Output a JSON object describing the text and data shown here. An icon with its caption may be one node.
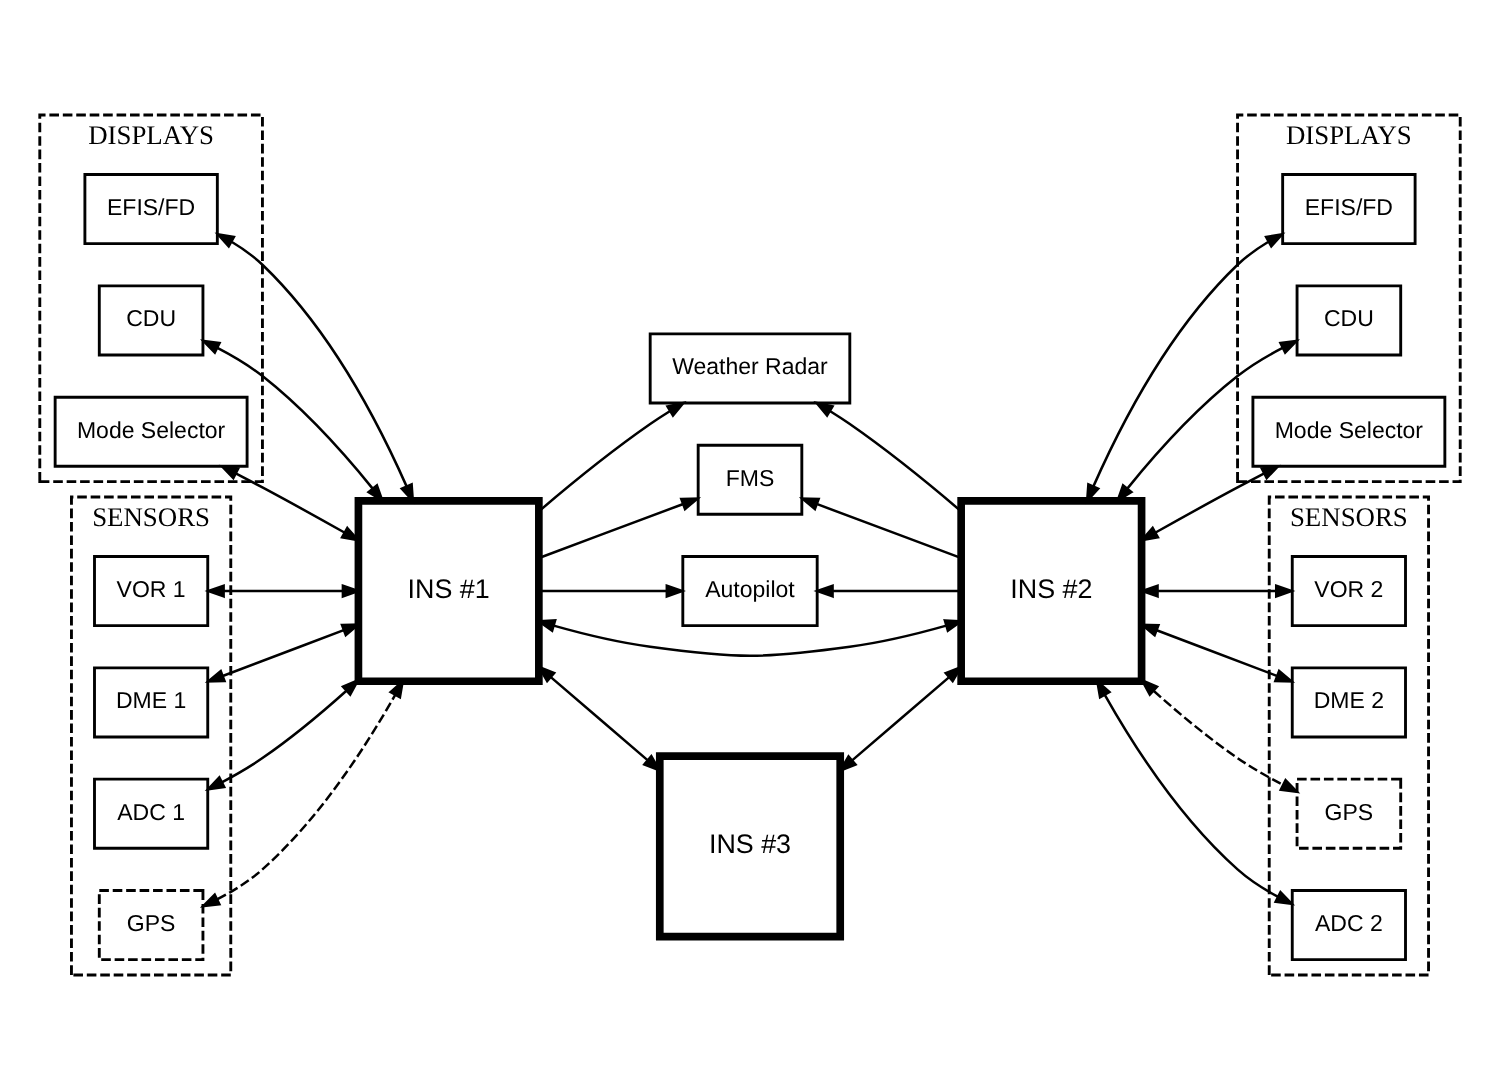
{
  "diagram": {
    "nodes": [
      {
        "text": [
          "DISPLAYS"
        ]
      },
      {
        "text": [
          "EFIS/FD"
        ],
        "in": 0
      },
      {
        "text": [
          "CDU"
        ],
        "in": 0
      },
      {
        "text": [
          "Mode Selector"
        ],
        "in": 0
      },
      {
        "text": [
          "Weather Radar"
        ]
      },
      {
        "text": [
          "FMS"
        ]
      },
      {
        "text": [
          "Autopilot"
        ]
      },
      {
        "text": [
          "DISPLAYS"
        ]
      },
      {
        "text": [
          "EFIS/FD"
        ],
        "in": 7
      },
      {
        "text": [
          "CDU"
        ],
        "in": 7
      },
      {
        "text": [
          "Mode Selector"
        ],
        "in": 7
      },
      {
        "text": [
          "INS #1"
        ]
      },
      {
        "text": [
          "INS #2"
        ]
      },
      {
        "text": [
          "SENSORS"
        ]
      },
      {
        "text": [
          "VOR 1"
        ],
        "in": 13
      },
      {
        "text": [
          "DME 1"
        ],
        "in": 13
      },
      {
        "text": [
          "ADC 1"
        ],
        "in": 13
      },
      {
        "text": [
          "GPS"
        ],
        "in": 13
      },
      {
        "text": [
          "INS #3"
        ]
      },
      {
        "text": [
          "SENSORS"
        ]
      },
      {
        "text": [
          "VOR 2"
        ],
        "in": 19
      },
      {
        "text": [
          "DME 2"
        ],
        "in": 19
      },
      {
        "text": [
          "GPS"
        ],
        "in": 19
      },
      {
        "text": [
          "ADC 2"
        ],
        "in": 19
      }
    ],
    "edges": [
      {
        "from": 11,
        "to": 1,
        "arrow": "both"
      },
      {
        "from": 11,
        "to": 2,
        "arrow": "both"
      },
      {
        "from": 11,
        "to": 3,
        "arrow": "both"
      },
      {
        "from": 11,
        "to": 14,
        "arrow": "both"
      },
      {
        "from": 11,
        "to": 15,
        "arrow": "both"
      },
      {
        "from": 11,
        "to": 16,
        "arrow": "both"
      },
      {
        "from": 11,
        "to": 4,
        "arrow": "to"
      },
      {
        "from": 11,
        "to": 5,
        "arrow": "to"
      },
      {
        "from": 11,
        "to": 6,
        "arrow": "to"
      },
      {
        "from": 12,
        "to": 4,
        "arrow": "to"
      },
      {
        "from": 12,
        "to": 5,
        "arrow": "to"
      },
      {
        "from": 12,
        "to": 6,
        "arrow": "to"
      },
      {
        "from": 11,
        "to": 12,
        "arrow": "both"
      },
      {
        "from": 11,
        "to": 18,
        "arrow": "both"
      },
      {
        "from": 12,
        "to": 18,
        "arrow": "both"
      },
      {
        "from": 11,
        "to": 17,
        "arrow": "both",
        "style": "dashed"
      },
      {
        "from": 12,
        "to": 22,
        "arrow": "both",
        "style": "dashed"
      },
      {
        "from": 12,
        "to": 8,
        "arrow": "both"
      },
      {
        "from": 12,
        "to": 9,
        "arrow": "both"
      },
      {
        "from": 12,
        "to": 10,
        "arrow": "both"
      },
      {
        "from": 12,
        "to": 20,
        "arrow": "both"
      },
      {
        "from": 12,
        "to": 21,
        "arrow": "both"
      },
      {
        "from": 12,
        "to": 23,
        "arrow": "both"
      }
    ]
  }
}
